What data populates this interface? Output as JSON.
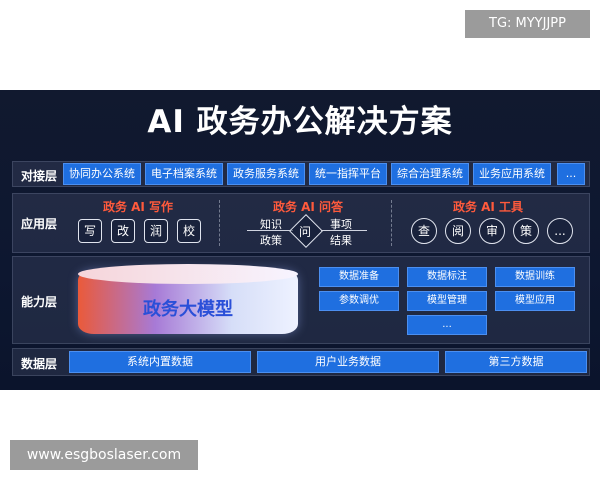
{
  "watermarks": {
    "top": "TG: MYYJJPP",
    "bottom": "www.esgboslaser.com"
  },
  "title": "AI 政务办公解决方案",
  "rows": {
    "interface": {
      "label": "对接层",
      "items": [
        "协同办公系统",
        "电子档案系统",
        "政务服务系统",
        "统一指挥平台",
        "综合治理系统",
        "业务应用系统",
        "..."
      ]
    },
    "application": {
      "label": "应用层",
      "writing": {
        "title": "政务 AI 写作",
        "items": [
          "写",
          "改",
          "润",
          "校"
        ]
      },
      "qa": {
        "title": "政务 AI 问答",
        "left_top": "知识",
        "left_bottom": "政策",
        "center": "问",
        "right_top": "事项",
        "right_bottom": "结果"
      },
      "tools": {
        "title": "政务 AI 工具",
        "items": [
          "查",
          "阅",
          "审",
          "策",
          "..."
        ]
      }
    },
    "capability": {
      "label": "能力层",
      "model": "政务大模型",
      "items": [
        "数据准备",
        "数据标注",
        "数据训练",
        "参数调优",
        "模型管理",
        "模型应用",
        "..."
      ]
    },
    "data": {
      "label": "数据层",
      "items": [
        "系统内置数据",
        "用户业务数据",
        "第三方数据"
      ]
    }
  },
  "colors": {
    "accent_blue": "#1f6fe0",
    "accent_red": "#ff5a3c",
    "background": "#0d1730"
  }
}
